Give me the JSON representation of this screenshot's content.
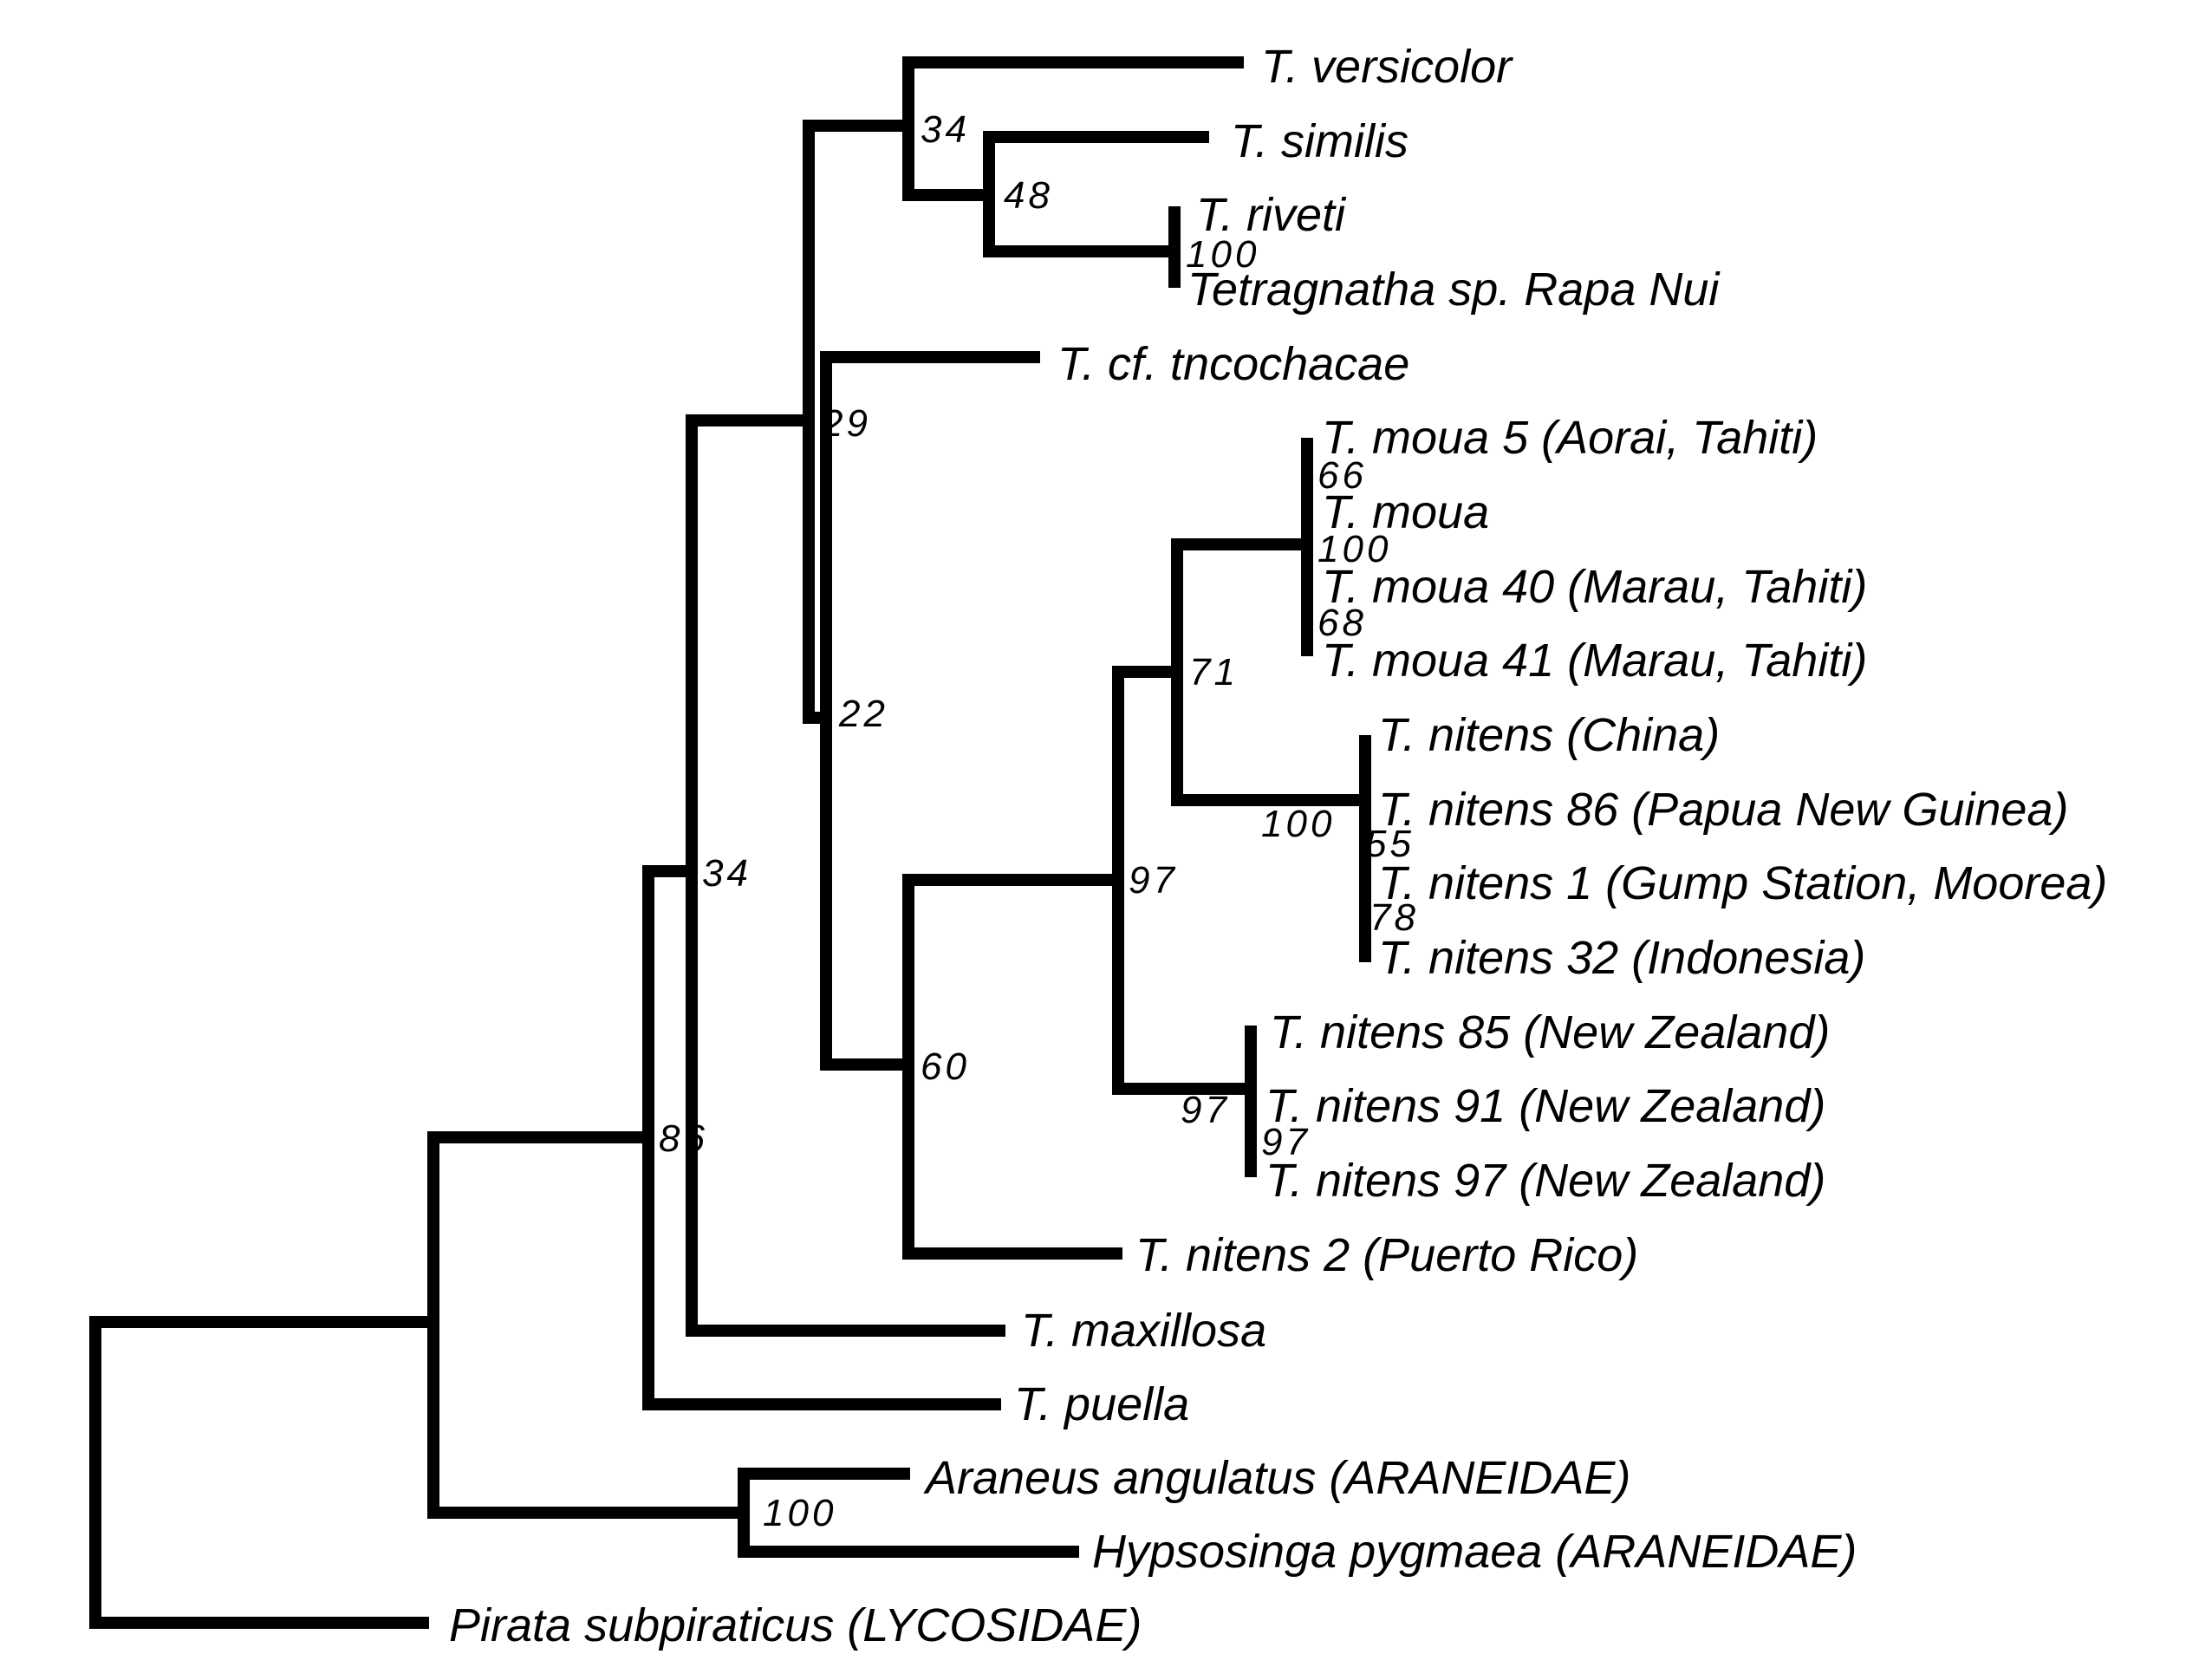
{
  "tree": {
    "taxa": {
      "versicolor": "T. versicolor",
      "similis": "T. similis",
      "riveti": "T. riveti",
      "rapa_nui": "Tetragnatha sp. Rapa Nui",
      "tncochacae": "T. cf. tncochacae",
      "moua5": "T. moua 5 (Aorai, Tahiti)",
      "moua": "T. moua",
      "moua40": "T. moua 40 (Marau, Tahiti)",
      "moua41": "T. moua 41 (Marau, Tahiti)",
      "nitens_china": "T. nitens (China)",
      "nitens86": "T. nitens 86 (Papua New Guinea)",
      "nitens1": "T. nitens 1 (Gump Station, Moorea)",
      "nitens32": "T. nitens 32 (Indonesia)",
      "nitens85": "T. nitens 85 (New Zealand)",
      "nitens91": "T. nitens 91 (New Zealand)",
      "nitens97": "T. nitens 97 (New Zealand)",
      "nitens2": "T. nitens 2 (Puerto Rico)",
      "maxillosa": "T. maxillosa",
      "puella": "T. puella",
      "araneus": "Araneus angulatus (ARANEIDAE)",
      "hypsosinga": "Hypsosinga pygmaea (ARANEIDAE)",
      "pirata": "Pirata subpiraticus (LYCOSIDAE)"
    },
    "support": {
      "versicolor_clade": "34",
      "similis_clade": "48",
      "riveti_rapanui": "100",
      "node_29": "29",
      "moua_66": "66",
      "moua_100": "100",
      "moua_68": "68",
      "node_71": "71",
      "node_22": "22",
      "nitens_100": "100",
      "nitens_55": "55",
      "nitens_78": "78",
      "node_34": "34",
      "node_97": "97",
      "node_60": "60",
      "nz_97a": "97",
      "nz_97b": "97",
      "node_86": "86",
      "araneidae_100": "100"
    }
  }
}
